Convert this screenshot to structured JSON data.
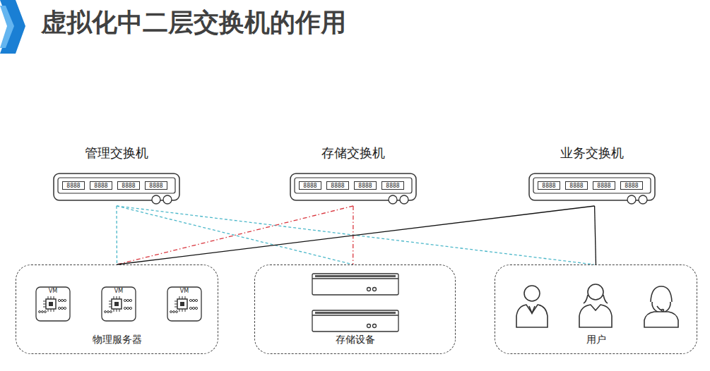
{
  "diagram": {
    "title": "虚拟化中二层交换机的作用",
    "nodes": [
      {
        "text": [
          "管理交换机"
        ]
      },
      {
        "text": [
          "存储交换机"
        ]
      },
      {
        "text": [
          "业务交换机"
        ]
      },
      {
        "text": [
          "物理服务器"
        ]
      },
      {
        "text": [
          "存储设备"
        ]
      },
      {
        "text": [
          "用户"
        ]
      },
      {
        "text": [
          "VM"
        ],
        "in": 3
      },
      {
        "text": [
          "VM"
        ],
        "in": 3
      },
      {
        "text": [
          "VM"
        ],
        "in": 3
      }
    ],
    "edges": [
      {
        "from": 0,
        "to": 3,
        "arrow": "none"
      },
      {
        "from": 0,
        "to": 4,
        "arrow": "none"
      },
      {
        "from": 0,
        "to": 5,
        "arrow": "none"
      },
      {
        "from": 1,
        "to": 3,
        "arrow": "none"
      },
      {
        "from": 1,
        "to": 4,
        "arrow": "none"
      },
      {
        "from": 2,
        "to": 3,
        "arrow": "none"
      },
      {
        "from": 2,
        "to": 5,
        "arrow": "none"
      }
    ],
    "labels": [
      "8888",
      "8888",
      "8888",
      "8888",
      "8888",
      "8888",
      "8888",
      "8888",
      "8888",
      "8888",
      "8888",
      "8888"
    ]
  }
}
